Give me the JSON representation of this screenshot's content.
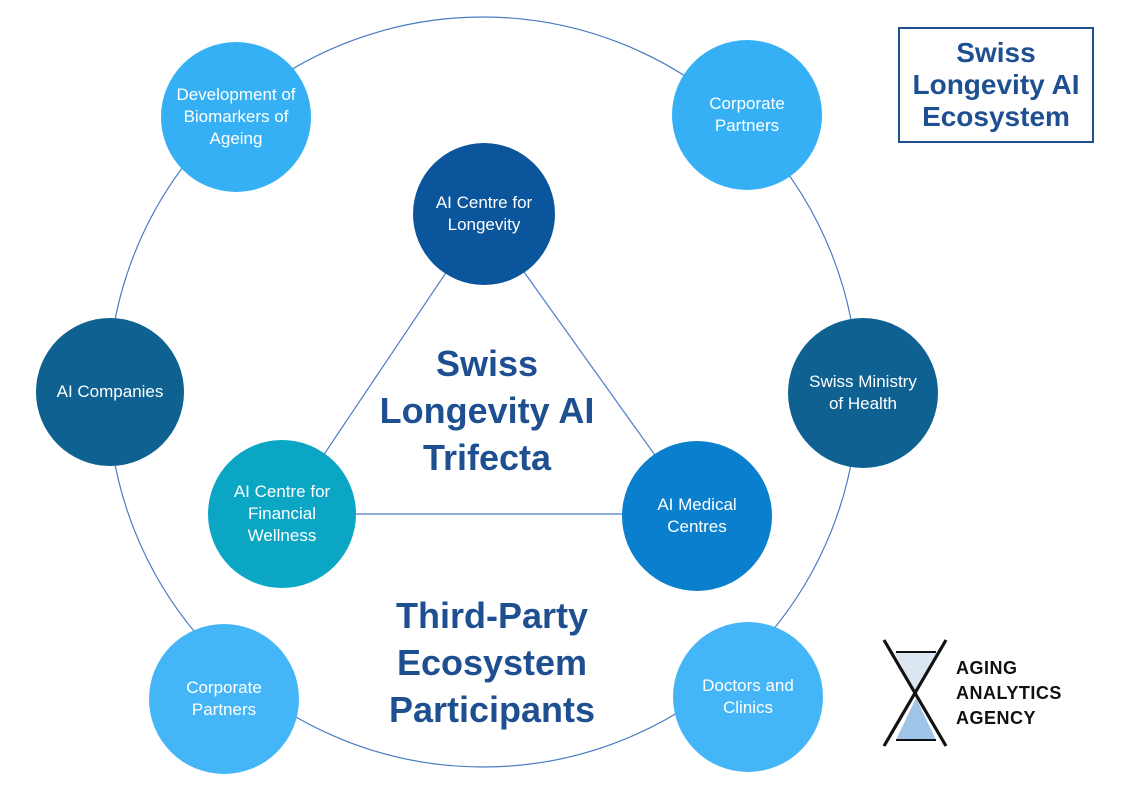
{
  "title_box": {
    "text": "Swiss Longevity AI Ecosystem"
  },
  "colors": {
    "trifecta_top": "#0b559c",
    "trifecta_left": "#0aa6c4",
    "trifecta_right": "#0a7fcd",
    "outer_dark": "#0e6190",
    "outer_light": "#36b0f4",
    "title_text": "#1e4f91",
    "connector": "#4a7cc2"
  },
  "center": {
    "trifecta_title": "Swiss Longevity AI Trifecta",
    "ecosystem_title": "Third-Party Ecosystem Participants"
  },
  "trifecta": {
    "top": "AI Centre for Longevity",
    "left": "AI Centre for Financial Wellness",
    "right": "AI Medical Centres"
  },
  "outer": {
    "biomarkers": "Development of Biomarkers of Ageing",
    "corporate_top": "Corporate Partners",
    "ai_companies": "AI Companies",
    "ministry": "Swiss Ministry of Health",
    "corporate_bottom": "Corporate Partners",
    "doctors": "Doctors and Clinics"
  },
  "logo": {
    "icon": "hourglass-icon",
    "line1": "AGING",
    "line2": "ANALYTICS",
    "line3": "AGENCY"
  }
}
